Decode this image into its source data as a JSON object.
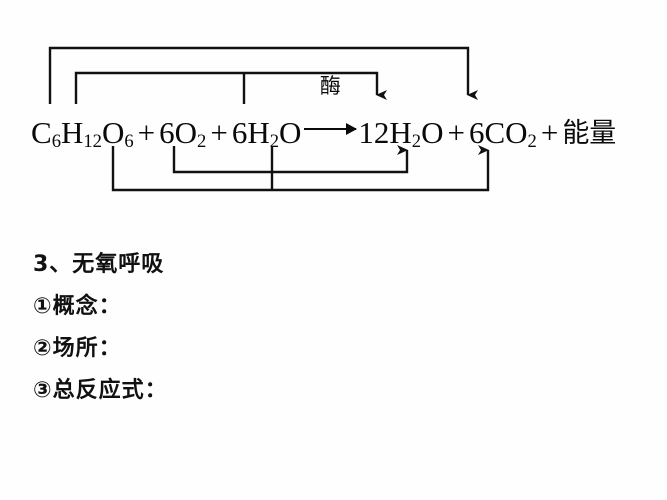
{
  "document": {
    "background_color": "#fefefe",
    "ink_color": "#0a0a0a"
  },
  "equation": {
    "name": "aerobic-respiration-overall-equation",
    "reactant_glucose": "C",
    "reactant_glucose_sub1": "6",
    "reactant_glucose_h": "H",
    "reactant_glucose_sub2": "12",
    "reactant_glucose_o": "O",
    "reactant_glucose_sub3": "6",
    "plus_1": "+",
    "reactant_oxygen": "6O",
    "reactant_oxygen_sub": "2",
    "plus_2": "+",
    "reactant_water": "6H",
    "reactant_water_sub": "2",
    "reactant_water_o": "O",
    "catalyst_label": "酶",
    "product_water": "12H",
    "product_water_sub": "2",
    "product_water_o": "O",
    "plus_3": "+",
    "product_co2": "6CO",
    "product_co2_sub": "2",
    "plus_4": "+",
    "product_energy": "能量"
  },
  "atom_tracking": {
    "description_title": "atom-origin-connectors",
    "connectors": [
      {
        "id": "glucose-carbon-to-co2",
        "from": "C of C6H12O6",
        "to": "6CO2",
        "path": "top-outer",
        "direction": "down-arrow"
      },
      {
        "id": "glucose-hydrogen-and-water-hydrogen-to-product-water",
        "from": "H of C6H12O6 and H of 6H2O",
        "to": "12H2O",
        "path": "top-inner",
        "direction": "down-arrow"
      },
      {
        "id": "glucose-oxygen-and-water-oxygen-to-co2",
        "from": "O6 of C6H12O6 and O of 6H2O",
        "to": "6CO2",
        "path": "bottom-outer",
        "direction": "up-arrow"
      },
      {
        "id": "molecular-oxygen-and-water-oxygen-to-product-water",
        "from": "6O2 and O of 6H2O",
        "to": "12H2O",
        "path": "bottom-inner",
        "direction": "up-arrow"
      }
    ]
  },
  "notes": {
    "heading": "3、无氧呼吸",
    "items": [
      "①概念：",
      "②场所：",
      "③总反应式："
    ]
  }
}
